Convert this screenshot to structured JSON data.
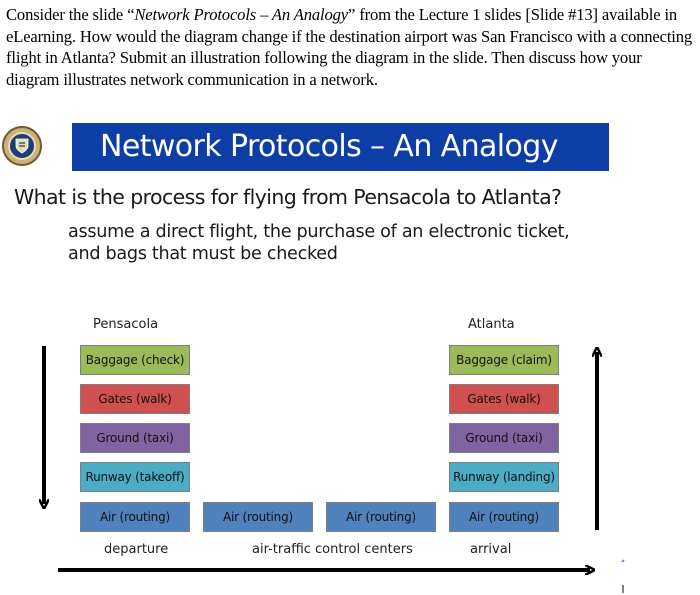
{
  "question": {
    "part1": "Consider the slide “",
    "slide_name": "Network Protocols – An Analogy",
    "part2": "” from the Lecture 1 slides [Slide #13] available in eLearning. How would the diagram change if the destination airport was San Francisco with a connecting flight in Atlanta? Submit an illustration following the diagram in the slide. Then discuss how your diagram illustrates network communication in a network."
  },
  "slide": {
    "title": "Network Protocols – An Analogy",
    "headline": "What is the process for flying from Pensacola to Atlanta?",
    "sub_line1": "assume a direct flight, the purchase of an electronic ticket,",
    "sub_line2": "and bags that must be checked",
    "logo_icon": "university-seal-icon"
  },
  "diagram": {
    "origin_city": "Pensacola",
    "destination_city": "Atlanta",
    "departure_layers": [
      "Baggage (check)",
      "Gates (walk)",
      "Ground (taxi)",
      "Runway (takeoff)",
      "Air (routing)"
    ],
    "arrival_layers": [
      "Baggage (claim)",
      "Gates (walk)",
      "Ground (taxi)",
      "Runway (landing)",
      "Air (routing)"
    ],
    "atc_nodes": [
      "Air (routing)",
      "Air (routing)"
    ],
    "labels": {
      "departure": "departure",
      "atc": "air-traffic control centers",
      "arrival": "arrival"
    },
    "colors": {
      "baggage": "#9bbb59",
      "gates": "#d05050",
      "ground": "#8064a2",
      "runway": "#4bacc6",
      "air": "#4f81bd",
      "title_bar": "#0d3ea6"
    }
  }
}
